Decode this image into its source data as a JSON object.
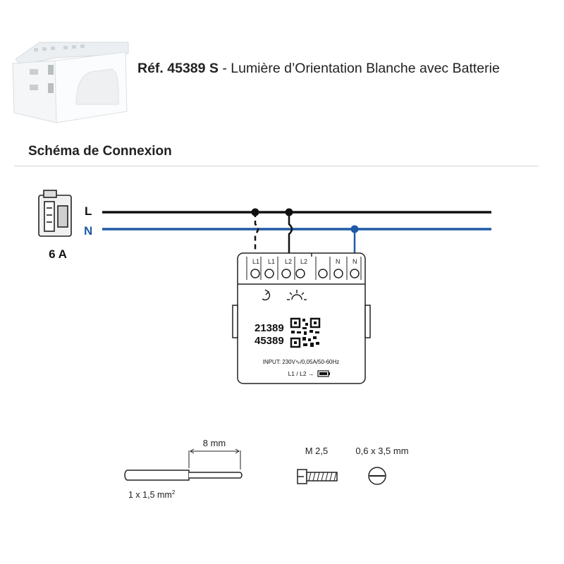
{
  "header": {
    "ref": "Réf. 45389 S",
    "separator": " - ",
    "description": "Lumière d’Orientation Blanche avec Batterie"
  },
  "section": {
    "title": "Schéma de Connexion"
  },
  "wiring": {
    "line_l": "L",
    "line_n": "N",
    "breaker_rating": "6 A",
    "colors": {
      "live": "#111111",
      "neutral": "#1f5aa6",
      "device_outline": "#222222"
    }
  },
  "device": {
    "terminals": [
      "L1",
      "L1",
      "L2",
      "L2",
      "N",
      "N"
    ],
    "codes": [
      "21389",
      "45389"
    ],
    "input_spec": "INPUT: 230V∿/0,05A/50-60Hz",
    "battery_label": "L1 / L2 →",
    "icons": [
      "switch-arrow-icon",
      "light-icon",
      "qr-code-icon",
      "battery-icon"
    ]
  },
  "specs": {
    "strip_length": "8 mm",
    "cable_section": "1 x 1,5 mm",
    "cable_section_exponent": "2",
    "screw": "M 2,5",
    "screwdriver": "0,6 x 3,5 mm"
  }
}
